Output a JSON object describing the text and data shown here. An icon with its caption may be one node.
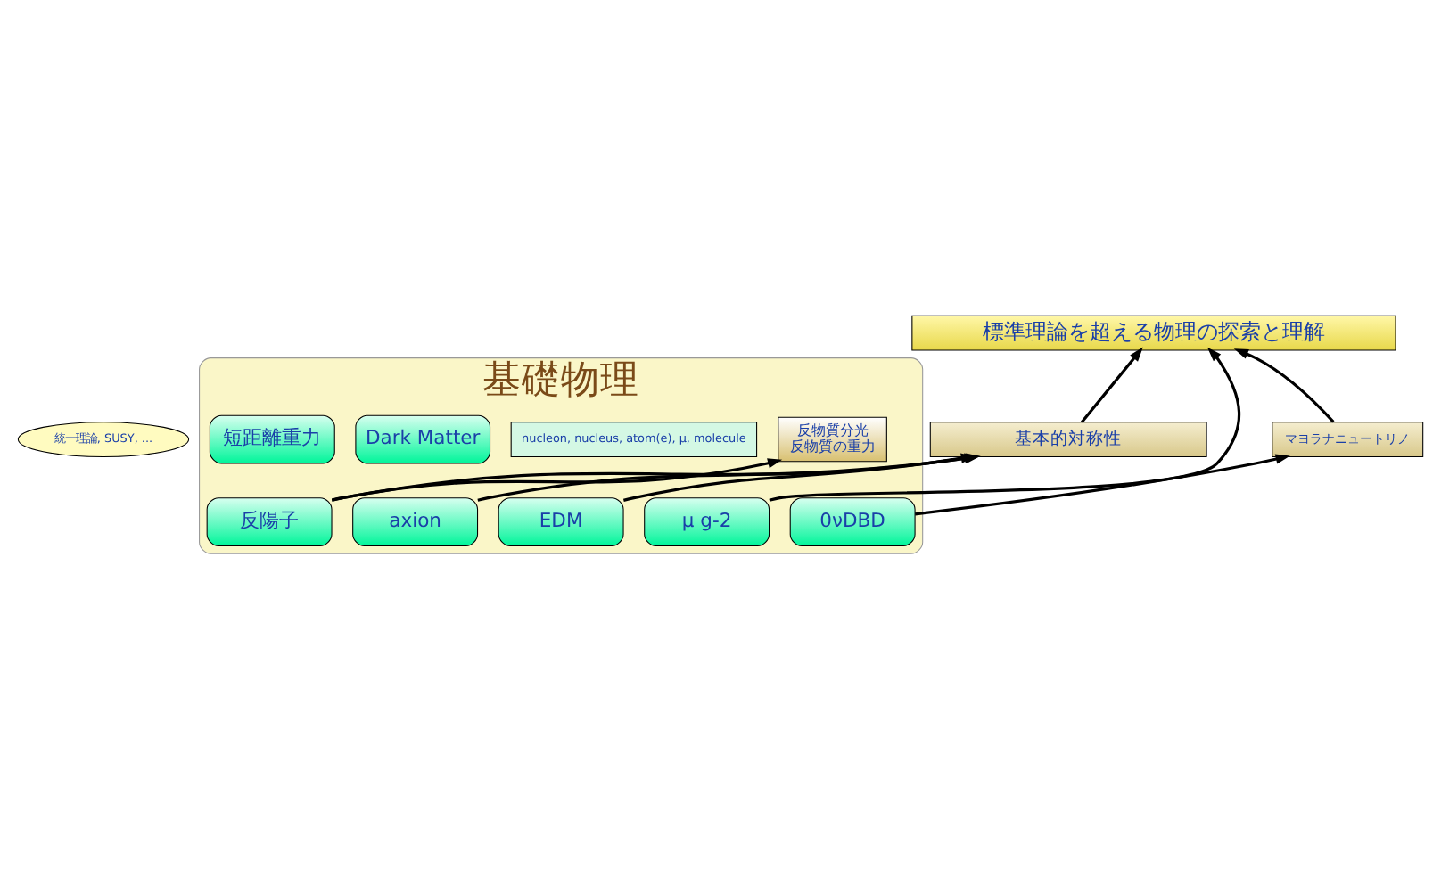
{
  "diagram": {
    "nodes": [
      {
        "text": [
          "標準理論を超える物理の探索と理解"
        ]
      },
      {
        "text": [
          "統一理論, SUSY, ..."
        ]
      },
      {
        "text": [
          "基本的対称性"
        ]
      },
      {
        "text": [
          "マヨラナニュートリノ"
        ]
      },
      {
        "text": [
          "基礎物理"
        ]
      },
      {
        "text": [
          "反陽子"
        ],
        "in": 4
      },
      {
        "text": [
          "EDM"
        ],
        "in": 4
      },
      {
        "text": [
          "μ g-2"
        ],
        "in": 4
      },
      {
        "text": [
          "0νDBD"
        ],
        "in": 4
      },
      {
        "text": [
          "反物質分光",
          "反物質の重力"
        ],
        "in": 4
      },
      {
        "text": [
          "nucleon, nucleus, atom(e), μ, molecule"
        ],
        "in": 4
      },
      {
        "text": [
          "Dark Matter"
        ],
        "in": 4
      },
      {
        "text": [
          "短距離重力"
        ],
        "in": 4
      },
      {
        "text": [
          "axion"
        ],
        "in": 4
      }
    ],
    "edges": [
      {
        "from": 2,
        "to": 0,
        "arrow": "to"
      },
      {
        "from": 7,
        "to": 0,
        "arrow": "to"
      },
      {
        "from": 3,
        "to": 0,
        "arrow": "to"
      },
      {
        "from": 5,
        "to": 2,
        "arrow": "to"
      },
      {
        "from": 13,
        "to": 2,
        "arrow": "to"
      },
      {
        "from": 6,
        "to": 2,
        "arrow": "to"
      },
      {
        "from": 8,
        "to": 3,
        "arrow": "to"
      },
      {
        "from": 5,
        "to": 9,
        "arrow": "to"
      }
    ]
  }
}
